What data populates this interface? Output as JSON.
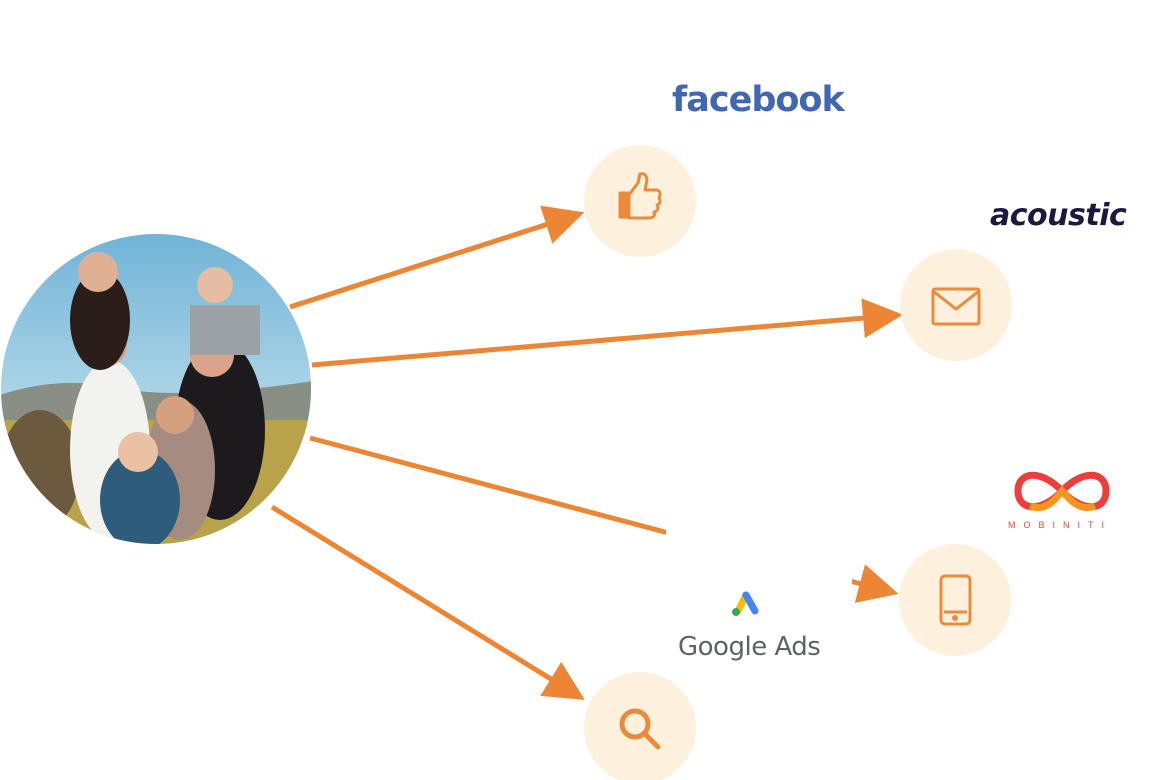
{
  "title": "Customer engagement channels",
  "audience": {
    "icon": "family-photo"
  },
  "channels": [
    {
      "name": "facebook",
      "brand": "facebook",
      "icon": "thumbs-up-icon",
      "brand_color": "#4267b2"
    },
    {
      "name": "email",
      "brand": "acoustic",
      "icon": "envelope-icon",
      "brand_color": "#1b1a3e"
    },
    {
      "name": "sms",
      "brand": "MOBINITI",
      "icon": "phone-icon",
      "brand_color": "#e8473c"
    },
    {
      "name": "search",
      "brand": "Google Ads",
      "icon": "search-icon",
      "brand_color": "#5f6368"
    }
  ],
  "colors": {
    "arrow": "#ec8634",
    "bubble": "#fdf0dd",
    "icon": "#ec8a3c"
  }
}
